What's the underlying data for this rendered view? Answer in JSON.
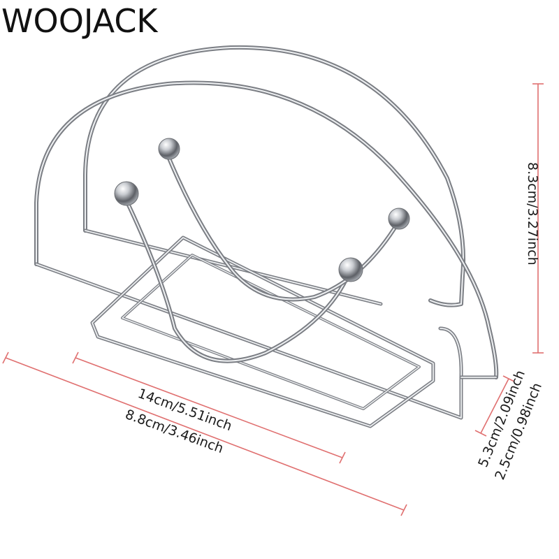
{
  "brand": {
    "name": "WOOJACK"
  },
  "product": {
    "icon": "napkin-holder-icon"
  },
  "dimensions": {
    "height": "8.3cm/3.27inch",
    "length": "14cm/5.51inch",
    "base_length": "8.8cm/3.46inch",
    "depth": "5.3cm/2.09inch",
    "base_depth": "2.5cm/0.98inch"
  },
  "colors": {
    "dimension_line": "#e07070",
    "wire": "#8a8d92"
  }
}
